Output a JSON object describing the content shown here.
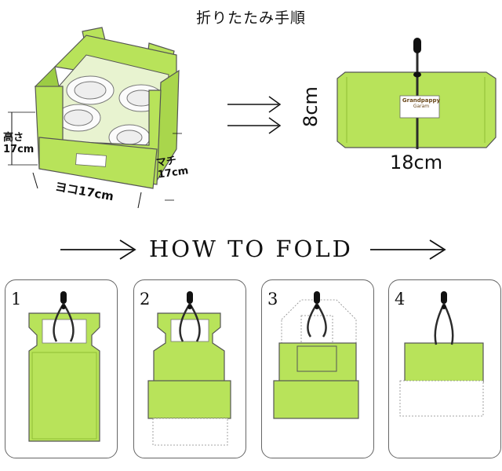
{
  "header": {
    "title": "折りたたみ手順"
  },
  "bag": {
    "height_label_line1": "高さ",
    "height_label_line2": "17cm",
    "gusset_label_line1": "マチ",
    "gusset_label_line2": "17cm",
    "width_label": "ヨコ17cm"
  },
  "folded": {
    "height_label": "8cm",
    "width_label": "18cm",
    "tag_line1": "Grandpappy",
    "tag_line2": "Garam"
  },
  "section": {
    "heading": "HOW TO FOLD"
  },
  "steps": [
    {
      "number": "1"
    },
    {
      "number": "2"
    },
    {
      "number": "3"
    },
    {
      "number": "4"
    }
  ],
  "colors": {
    "fabric": "#b8e35a",
    "fabric_dark": "#8fbf34",
    "outline": "#555555",
    "cord": "#2b2b2b"
  }
}
